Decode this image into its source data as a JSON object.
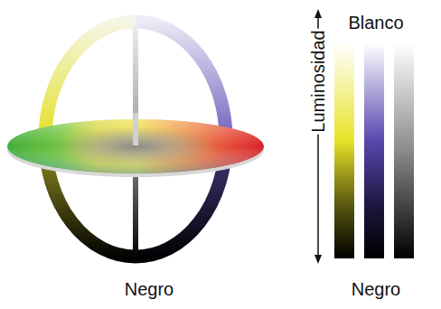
{
  "diagram": {
    "labels": [
      "Blanco",
      "Luminosidad",
      "Negro",
      "Negro"
    ]
  }
}
